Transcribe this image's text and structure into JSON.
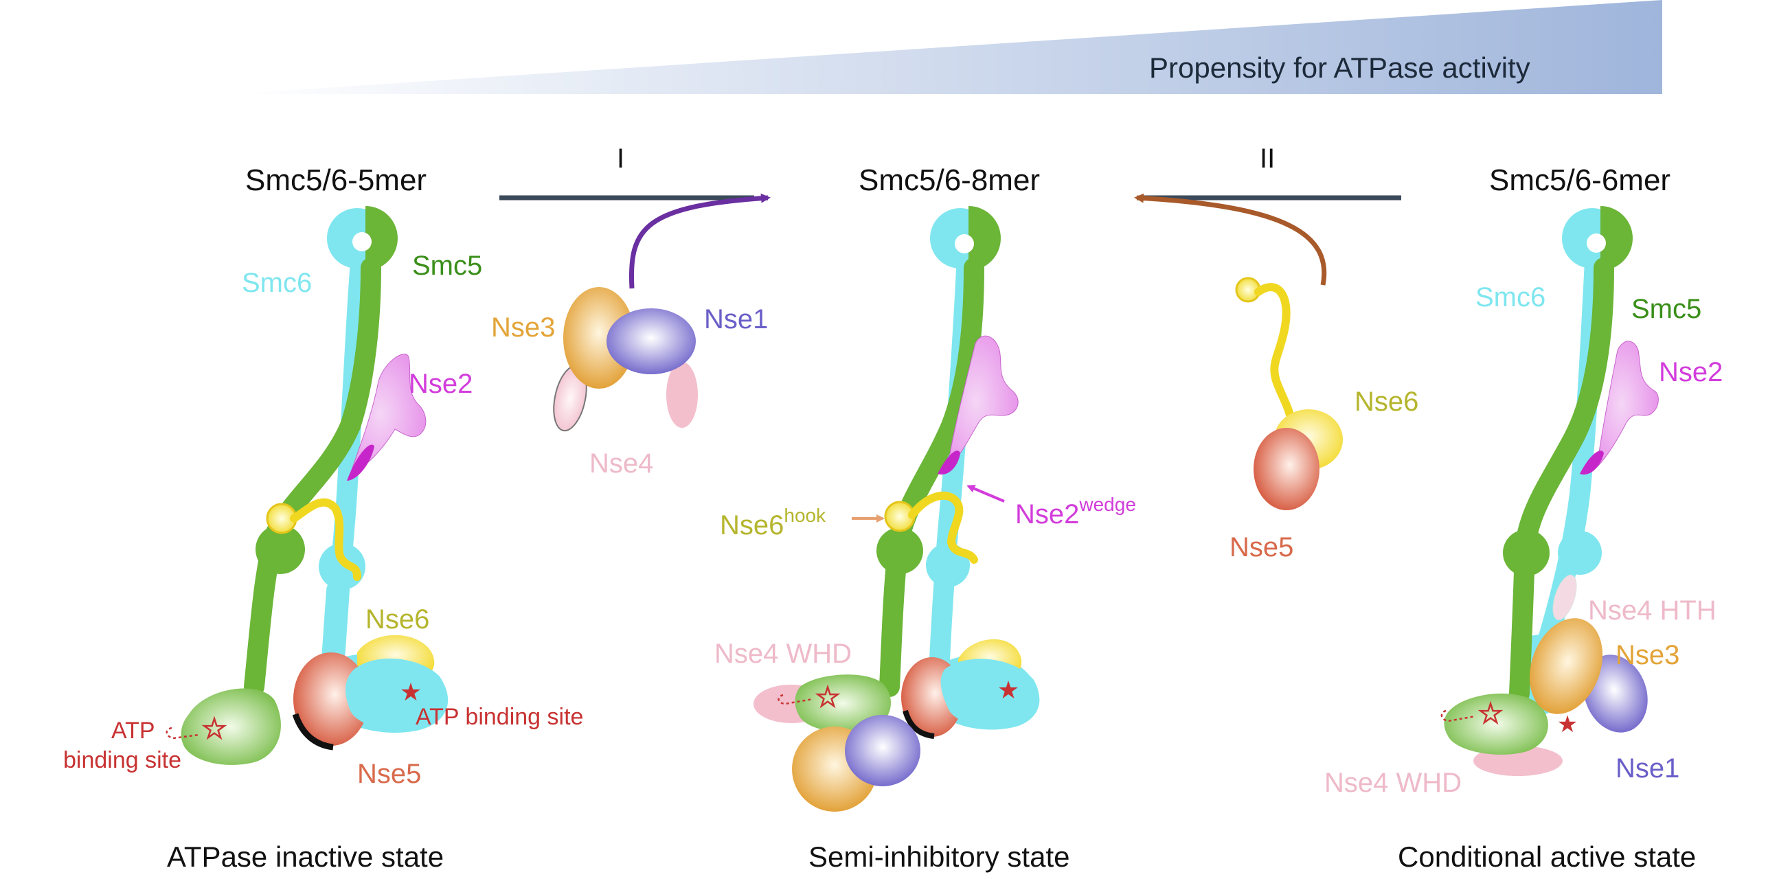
{
  "header": {
    "gradient_label": "Propensity for ATPase activity"
  },
  "complexes": {
    "left": {
      "title": "Smc5/6-5mer",
      "state": "ATPase inactive state"
    },
    "middle": {
      "title": "Smc5/6-8mer",
      "state": "Semi-inhibitory state"
    },
    "right": {
      "title": "Smc5/6-6mer",
      "state": "Conditional active state"
    }
  },
  "transitions": {
    "one": "I",
    "two": "II"
  },
  "labels": {
    "smc6": "Smc6",
    "smc5": "Smc5",
    "nse1": "Nse1",
    "nse2": "Nse2",
    "nse3": "Nse3",
    "nse4": "Nse4",
    "nse5": "Nse5",
    "nse6": "Nse6",
    "nse6_base": "Nse6",
    "hook_sup": "hook",
    "nse2_base": "Nse2",
    "wedge_sup": "wedge",
    "nse4_whd": "Nse4 WHD",
    "nse4_hth": "Nse4 HTH",
    "atp_site": "ATP binding site",
    "atp_line1": "ATP",
    "atp_line2": "binding site"
  },
  "colors": {
    "smc6": "#7fe6ef",
    "smc5": "#6bb537",
    "nse1": "#7b6fd0",
    "nse2": "#d23cdb",
    "nse3": "#e3a438",
    "nse4": "#eeb9c9",
    "nse5": "#d86a4c",
    "nse6": "#b5b52e",
    "atp": "#c83232",
    "arrow_one": "#6a2fa0",
    "arrow_two": "#a85a2a",
    "bar": "#3b4a5a",
    "gradient_end": "#9fb5db"
  }
}
